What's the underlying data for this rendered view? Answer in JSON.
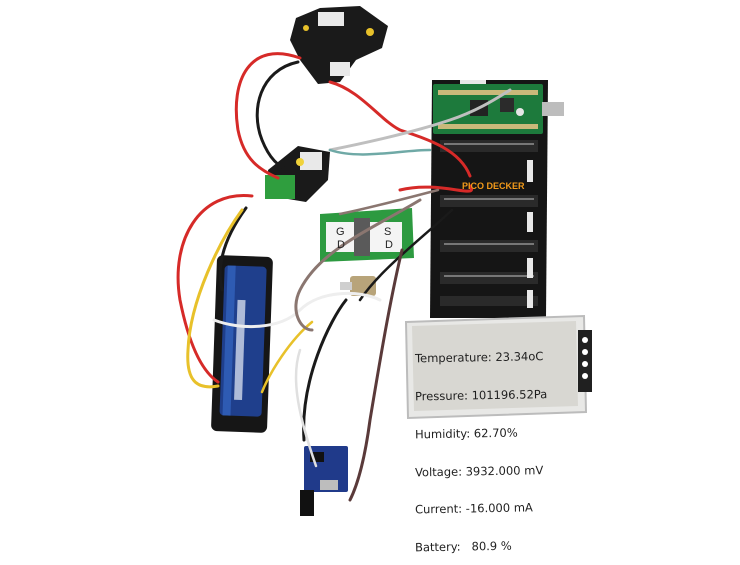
{
  "photo": {
    "background": "#ffffff",
    "colors": {
      "board": "#151515",
      "pico": "#1d7a3c",
      "battery": "#1f3f8c",
      "epaper_bg": "#d8d7d2",
      "wire_red": "#d62a28",
      "wire_black": "#1a1a1a",
      "wire_white": "#eeeeee",
      "wire_yellow": "#e8c12a",
      "wire_brown": "#8a7670",
      "terminal": "#2f9e3e",
      "silk_orange": "#f29a1a"
    },
    "icons": [
      "usb-port-icon",
      "pushbutton-icon",
      "terminal-block-icon"
    ]
  },
  "board_labels": {
    "pico_decker": "PICO DECKER",
    "hr_g": "G",
    "hr_s": "S",
    "hr_d1": "D",
    "hr_d2": "D"
  },
  "epaper": {
    "lines": [
      "Temperature: 23.34oC",
      "Pressure: 101196.52Pa",
      "Humidity: 62.70%",
      "Voltage: 3932.000 mV",
      "Current: -16.000 mA",
      "Battery:   80.9 %"
    ]
  }
}
